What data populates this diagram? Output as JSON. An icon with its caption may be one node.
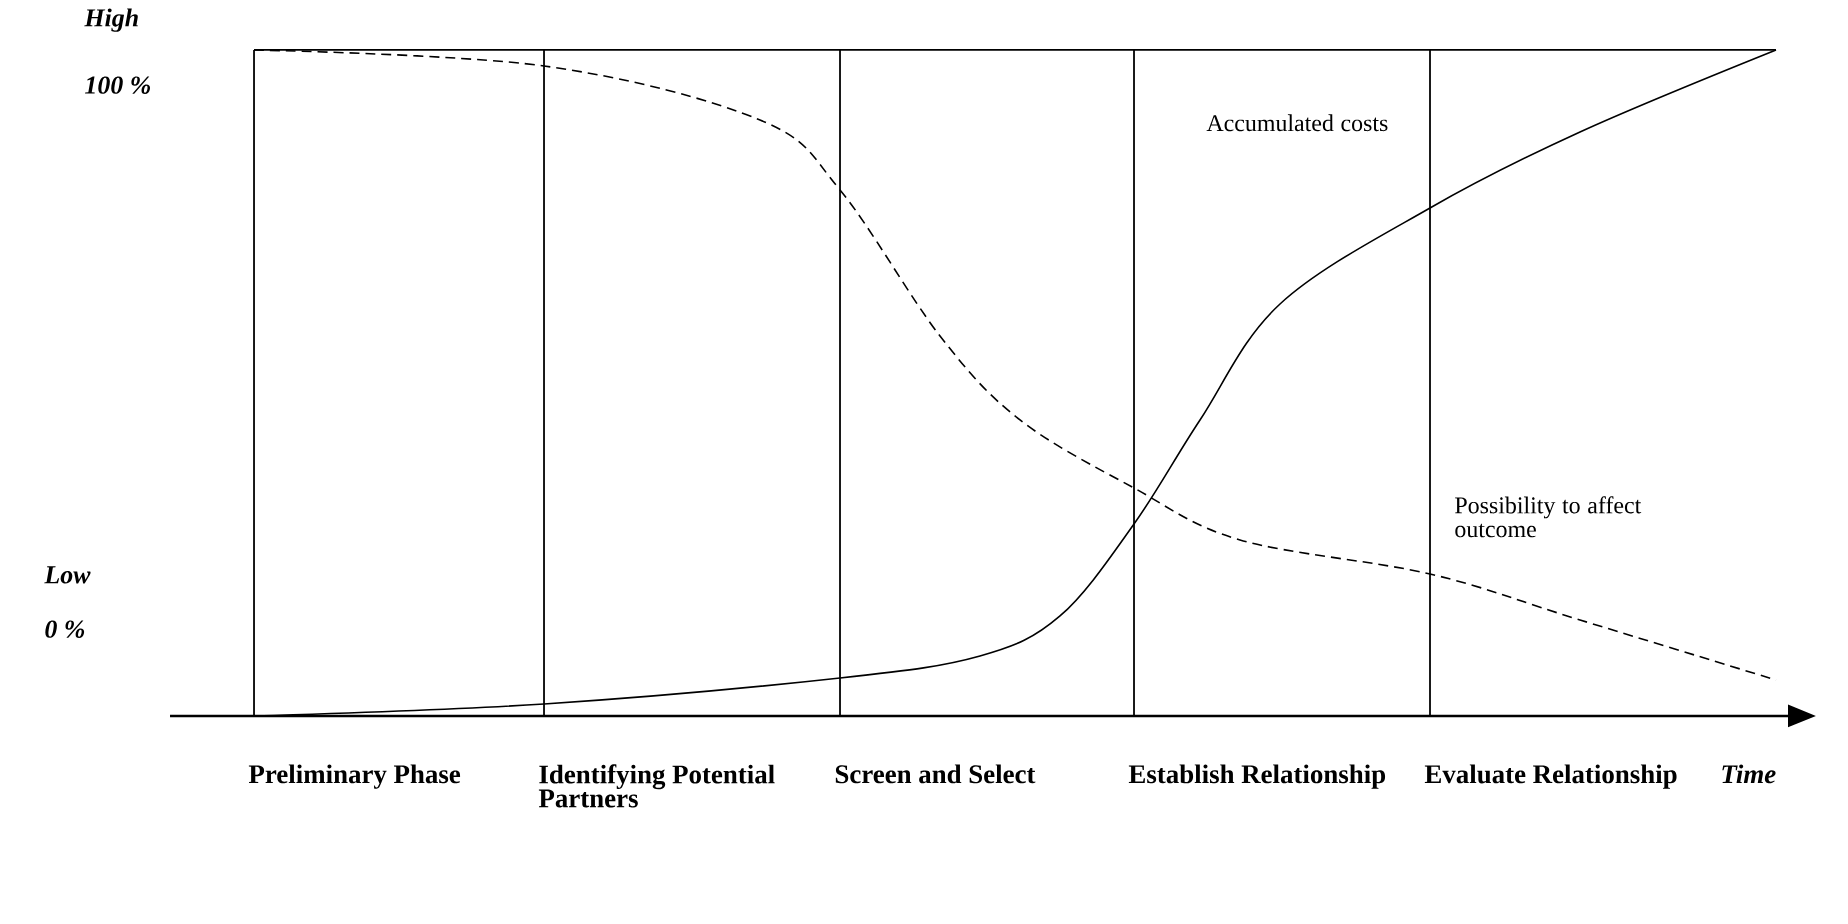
{
  "diagram": {
    "labels": [
      "High",
      "100 %",
      "Accumulated costs",
      "Low",
      "0 %",
      "Possibility to affect outcome",
      "Preliminary Phase",
      "Identifying Potential Partners",
      "Screen and Select",
      "Establish Relationship",
      "Evaluate Relationship",
      "Time"
    ]
  }
}
